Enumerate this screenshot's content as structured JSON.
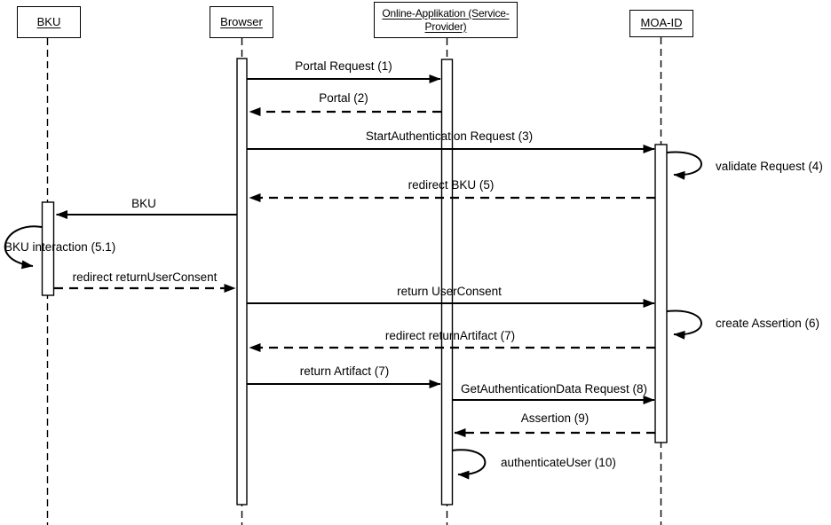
{
  "diagram_type": "uml-sequence-diagram",
  "colors": {
    "line": "#000000",
    "background": "#ffffff",
    "text": "#000000"
  },
  "actors": [
    {
      "label": "BKU"
    },
    {
      "label": "Browser"
    },
    {
      "label": "Online-Applikation (Service-Provider)"
    },
    {
      "label": "MOA-ID"
    }
  ],
  "messages": [
    {
      "label": "Portal Request (1)",
      "from": "Browser",
      "to": "Online-Applikation (Service-Provider)",
      "style": "solid"
    },
    {
      "label": "Portal (2)",
      "from": "Online-Applikation (Service-Provider)",
      "to": "Browser",
      "style": "dashed"
    },
    {
      "label": "StartAuthentication Request (3)",
      "from": "Browser",
      "to": "MOA-ID",
      "style": "solid"
    },
    {
      "label": "validate Request (4)",
      "from": "MOA-ID",
      "to": "MOA-ID",
      "style": "self"
    },
    {
      "label": "redirect BKU (5)",
      "from": "MOA-ID",
      "to": "Browser",
      "style": "dashed"
    },
    {
      "label": "BKU",
      "from": "Browser",
      "to": "BKU",
      "style": "solid"
    },
    {
      "label": "BKU interaction (5.1)",
      "from": "BKU",
      "to": "BKU",
      "style": "self"
    },
    {
      "label": "redirect returnUserConsent",
      "from": "BKU",
      "to": "Browser",
      "style": "dashed"
    },
    {
      "label": "return UserConsent",
      "from": "Browser",
      "to": "MOA-ID",
      "style": "solid"
    },
    {
      "label": "create Assertion (6)",
      "from": "MOA-ID",
      "to": "MOA-ID",
      "style": "self"
    },
    {
      "label": "redirect returnArtifact (7)",
      "from": "MOA-ID",
      "to": "Browser",
      "style": "dashed"
    },
    {
      "label": "return Artifact (7)",
      "from": "Browser",
      "to": "Online-Applikation (Service-Provider)",
      "style": "solid"
    },
    {
      "label": "GetAuthenticationData Request (8)",
      "from": "Online-Applikation (Service-Provider)",
      "to": "MOA-ID",
      "style": "solid"
    },
    {
      "label": "Assertion (9)",
      "from": "MOA-ID",
      "to": "Online-Applikation (Service-Provider)",
      "style": "dashed"
    },
    {
      "label": "authenticateUser (10)",
      "from": "Online-Applikation (Service-Provider)",
      "to": "Online-Applikation (Service-Provider)",
      "style": "self"
    }
  ]
}
